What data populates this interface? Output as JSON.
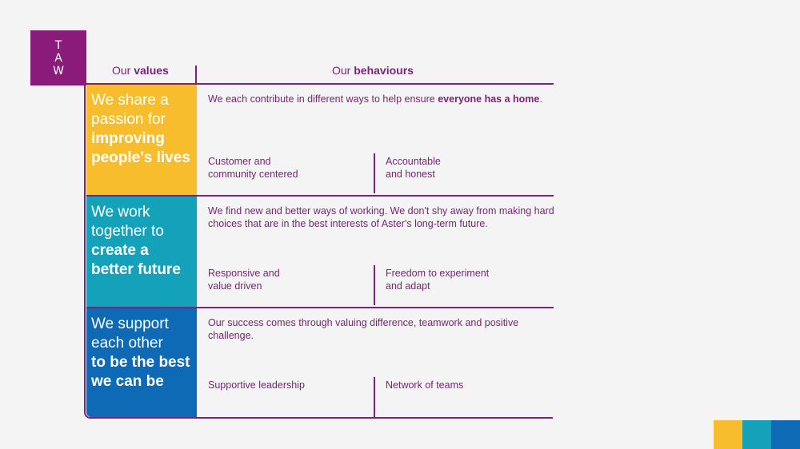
{
  "logo": {
    "letters": [
      "T",
      "A",
      "W"
    ]
  },
  "headers": {
    "values_prefix": "Our ",
    "values_bold": "values",
    "behaviours_prefix": "Our ",
    "behaviours_bold": "behaviours"
  },
  "rows": [
    {
      "value_light": [
        "We share a",
        "passion for"
      ],
      "value_bold": [
        "improving",
        "people's lives"
      ],
      "color": "#f7bd2c",
      "desc_text": "We each contribute in different ways to help ensure ",
      "desc_bold": "everyone has a home",
      "desc_tail": ".",
      "behaviour_1": "Customer and\ncommunity centered",
      "behaviour_2": "Accountable\nand honest"
    },
    {
      "value_light": [
        "We work",
        "together to"
      ],
      "value_bold": [
        "create a",
        "better future"
      ],
      "color": "#14a2bb",
      "desc_text": "We find new and better ways of working. We don't shy away from making hard choices that are in the best interests of Aster's long-term future.",
      "desc_bold": "",
      "desc_tail": "",
      "behaviour_1": "Responsive and\nvalue driven",
      "behaviour_2": "Freedom to experiment\nand adapt"
    },
    {
      "value_light": [
        "We support",
        "each other"
      ],
      "value_bold": [
        "to be the best",
        "we can be"
      ],
      "color": "#0e6ab5",
      "desc_text": "Our success comes through valuing difference, teamwork and positive challenge.",
      "desc_bold": "",
      "desc_tail": "",
      "behaviour_1": "Supportive leadership",
      "behaviour_2": "Network of teams"
    }
  ],
  "colors": {
    "brand_purple": "#7a2378",
    "logo_purple": "#8a1b7a",
    "swatches": [
      "#f7bd2c",
      "#14a2bb",
      "#0e6ab5"
    ]
  }
}
